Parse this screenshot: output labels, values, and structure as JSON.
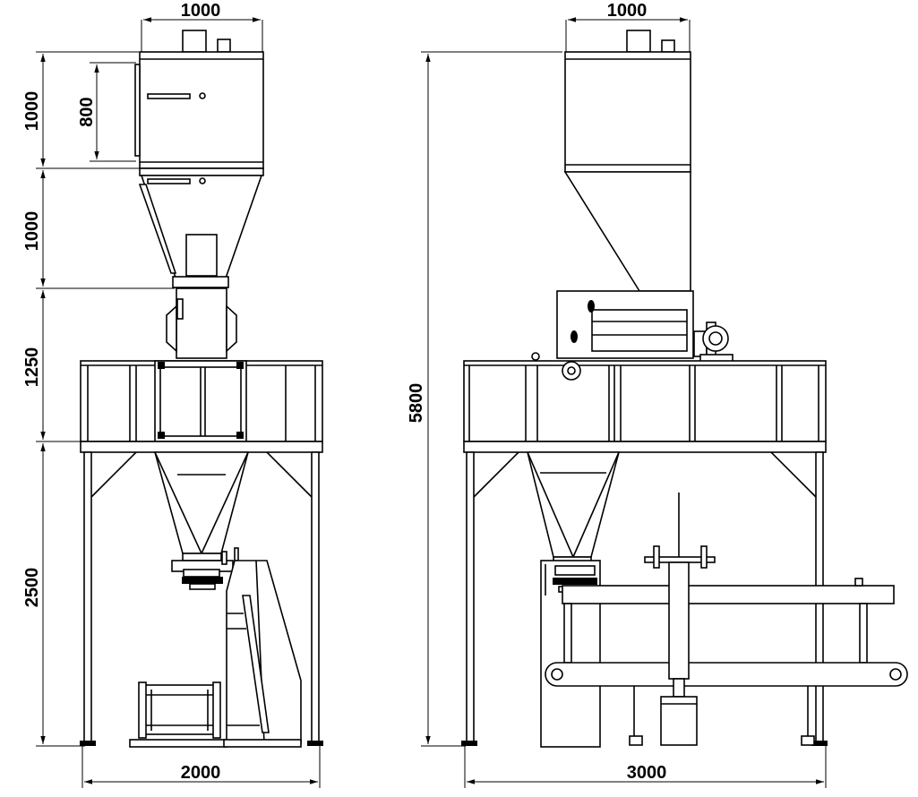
{
  "front_view": {
    "top_width": "1000",
    "upper_bin_height": "1000",
    "inspection_door_height": "800",
    "cone_height": "1000",
    "feeder_height": "1250",
    "frame_height": "2500",
    "overall_width": "2000"
  },
  "side_view": {
    "top_width": "1000",
    "overall_height": "5800",
    "overall_width": "3000"
  }
}
